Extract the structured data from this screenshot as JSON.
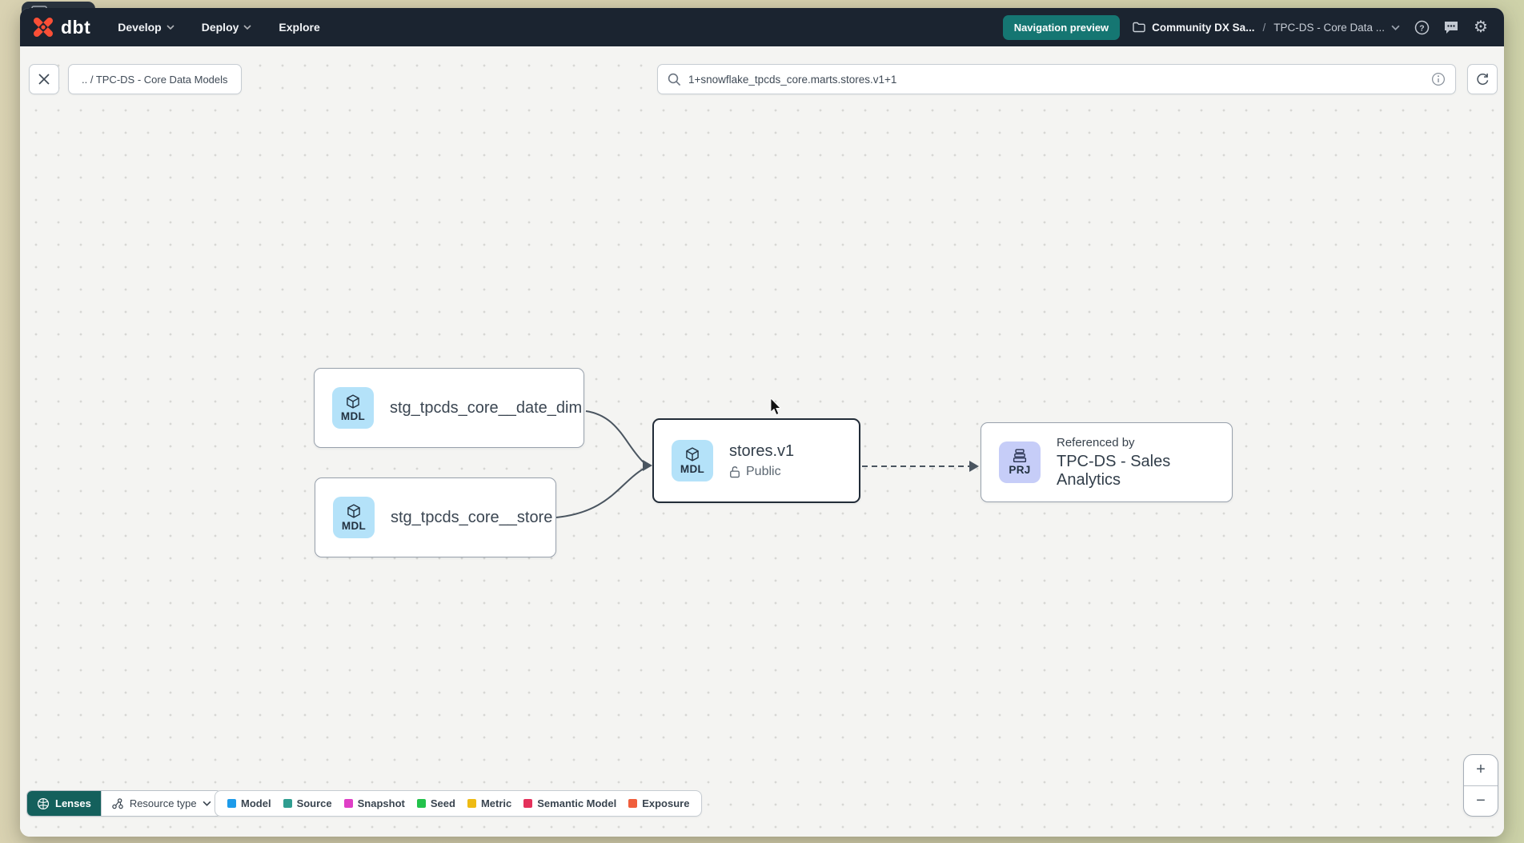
{
  "navbar": {
    "logo_text": "dbt",
    "menus": [
      {
        "label": "Develop"
      },
      {
        "label": "Deploy"
      },
      {
        "label": "Explore"
      }
    ],
    "preview_badge": "Navigation preview",
    "breadcrumb": {
      "project": "Community DX Sa...",
      "separator": "/",
      "section": "TPC-DS - Core Data ..."
    }
  },
  "toolbar": {
    "breadcrumb_chip": ".. / TPC-DS - Core Data Models",
    "search_value": "1+snowflake_tpcds_core.marts.stores.v1+1"
  },
  "graph": {
    "nodes": [
      {
        "badge": "MDL",
        "label": "stg_tpcds_core__date_dim"
      },
      {
        "badge": "MDL",
        "label": "stg_tpcds_core__store"
      },
      {
        "badge": "MDL",
        "label": "stores.v1",
        "access": "Public"
      },
      {
        "badge": "PRJ",
        "kicker": "Referenced by",
        "label": "TPC-DS - Sales Analytics"
      }
    ]
  },
  "footer": {
    "lenses_label": "Lenses",
    "resource_type_label": "Resource type",
    "legend": [
      {
        "label": "Model",
        "color": "#1d9bea"
      },
      {
        "label": "Source",
        "color": "#2f9d90"
      },
      {
        "label": "Snapshot",
        "color": "#df3fc6"
      },
      {
        "label": "Seed",
        "color": "#23c24b"
      },
      {
        "label": "Metric",
        "color": "#eebb14"
      },
      {
        "label": "Semantic Model",
        "color": "#e4315b"
      },
      {
        "label": "Exposure",
        "color": "#f05e3c"
      }
    ]
  },
  "zoom_controls": {
    "zoom_in": "+",
    "zoom_out": "−"
  },
  "colors": {
    "accent_teal": "#157672",
    "navbar_bg": "#1b2430",
    "model_icon_bg": "#b4e2f9",
    "project_icon_bg": "#c6cdf8"
  }
}
